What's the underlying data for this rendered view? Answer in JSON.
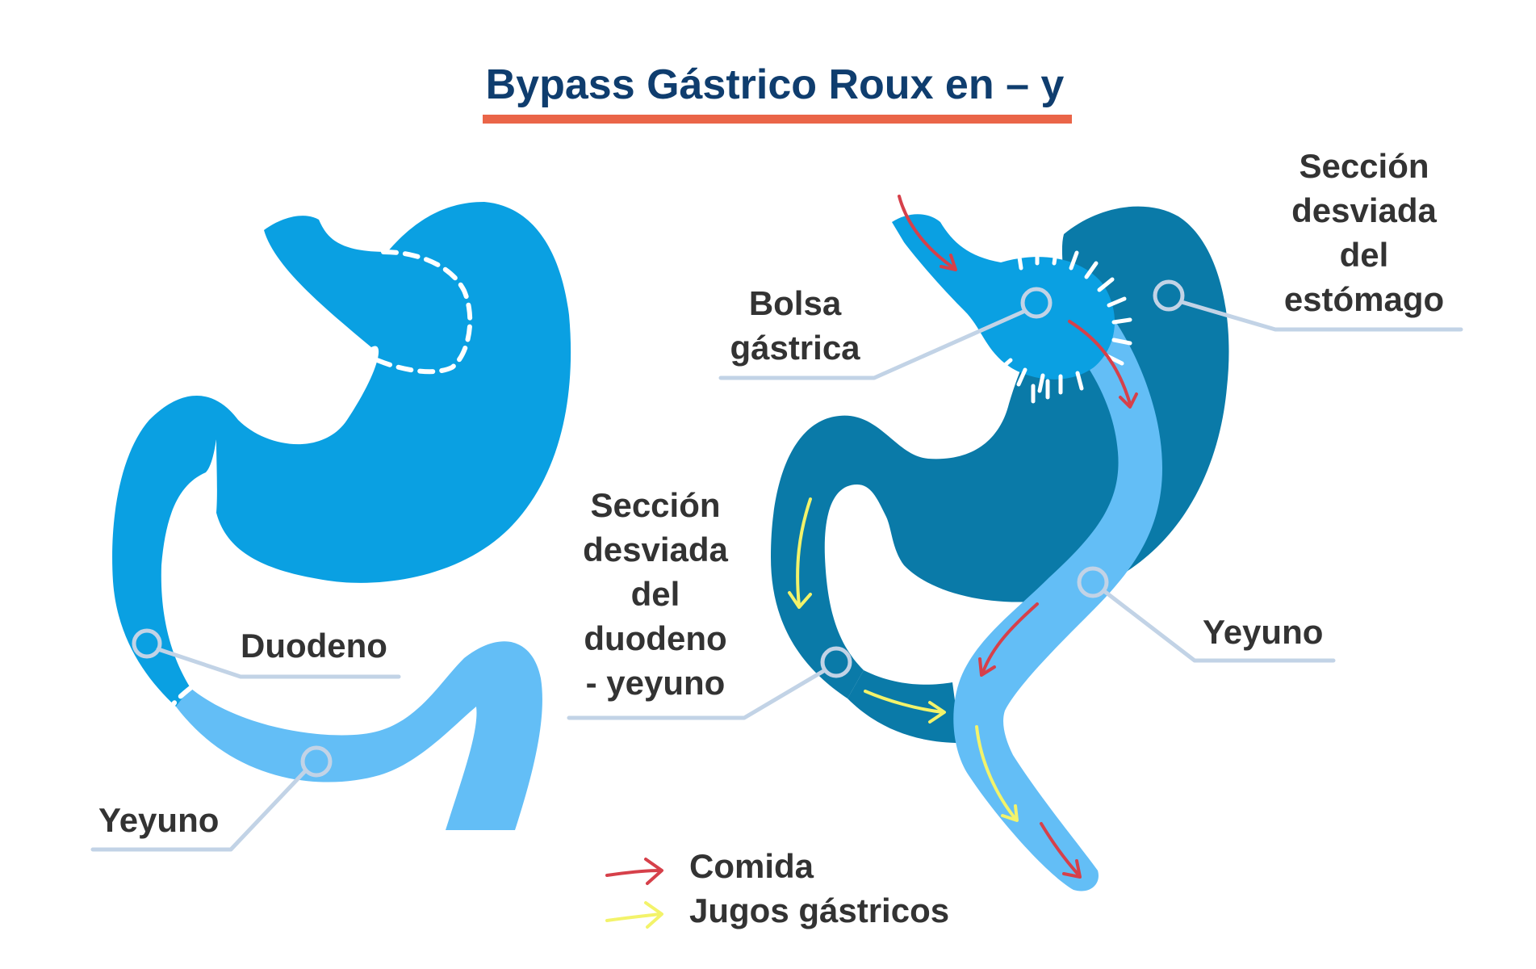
{
  "title": "Bypass Gástrico Roux en – y",
  "colors": {
    "title": "#0f3d6e",
    "title_underline": "#ea6548",
    "stomach": "#0aa0e2",
    "stomach_excluded": "#0a7aa8",
    "intestine": "#63bef6",
    "leader": "#c2d3e6",
    "label_text": "#333333",
    "food_arrow": "#d6404a",
    "juice_arrow": "#f3f36a"
  },
  "left_labels": {
    "duodeno": "Duodeno",
    "yeyuno": "Yeyuno"
  },
  "right_labels": {
    "bolsa": [
      "Bolsa",
      "gástrica"
    ],
    "seccion_estomago": [
      "Sección",
      "desviada",
      "del",
      "estómago"
    ],
    "seccion_duodeno": [
      "Sección",
      "desviada",
      "del",
      "duodeno",
      "- yeyuno"
    ],
    "yeyuno": "Yeyuno"
  },
  "legend": {
    "comida": "Comida",
    "jugos": "Jugos gástricos"
  }
}
